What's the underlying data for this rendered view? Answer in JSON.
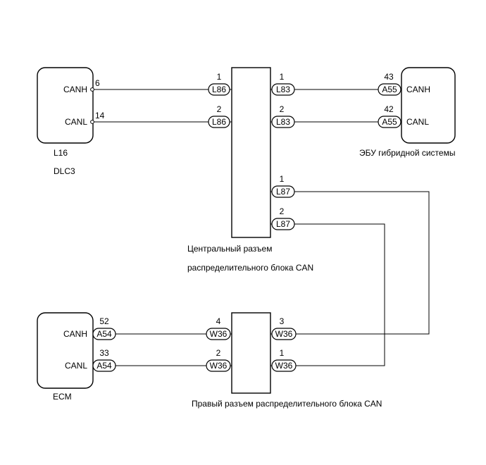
{
  "dlc3": {
    "code": "L16",
    "name": "DLC3",
    "canh": {
      "label": "CANH",
      "pin": "6"
    },
    "canl": {
      "label": "CANL",
      "pin": "14"
    }
  },
  "central_junction": {
    "label_line1": "Центральный разъем",
    "label_line2": "распределительного блока CAN",
    "l86_top": {
      "code": "L86",
      "pin": "1"
    },
    "l86_bot": {
      "code": "L86",
      "pin": "2"
    },
    "l83_top": {
      "code": "L83",
      "pin": "1"
    },
    "l83_bot": {
      "code": "L83",
      "pin": "2"
    },
    "l87_top": {
      "code": "L87",
      "pin": "1"
    },
    "l87_bot": {
      "code": "L87",
      "pin": "2"
    }
  },
  "hybrid_ecu": {
    "name": "ЭБУ гибридной системы",
    "canh": {
      "label": "CANH",
      "code": "A55",
      "pin": "43"
    },
    "canl": {
      "label": "CANL",
      "code": "A55",
      "pin": "42"
    }
  },
  "ecm": {
    "name": "ECM",
    "canh": {
      "label": "CANH",
      "code": "A54",
      "pin": "52"
    },
    "canl": {
      "label": "CANL",
      "code": "A54",
      "pin": "33"
    }
  },
  "right_junction": {
    "label": "Правый разъем распределительного блока CAN",
    "w36_left_top": {
      "code": "W36",
      "pin": "4"
    },
    "w36_left_bot": {
      "code": "W36",
      "pin": "2"
    },
    "w36_right_top": {
      "code": "W36",
      "pin": "3"
    },
    "w36_right_bot": {
      "code": "W36",
      "pin": "1"
    }
  }
}
